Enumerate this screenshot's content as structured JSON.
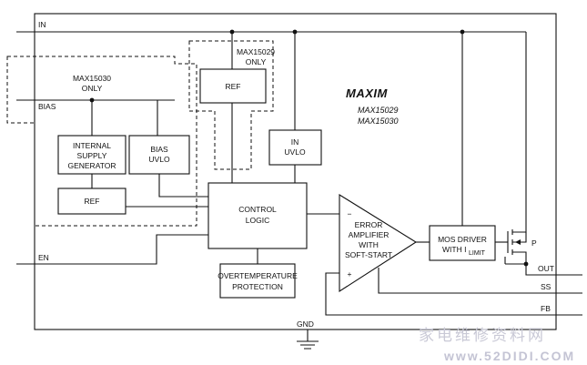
{
  "pins": {
    "in": "IN",
    "bias": "BIAS",
    "en": "EN",
    "out": "OUT",
    "ss": "SS",
    "fb": "FB",
    "gnd": "GND"
  },
  "regions": {
    "max15030_only": [
      "MAX15030",
      "ONLY"
    ],
    "max15029_only": [
      "MAX15029",
      "ONLY"
    ]
  },
  "blocks": {
    "internal_supply": [
      "INTERNAL",
      "SUPPLY",
      "GENERATOR"
    ],
    "bias_uvlo": [
      "BIAS",
      "UVLO"
    ],
    "ref_left": [
      "REF"
    ],
    "ref_top": [
      "REF"
    ],
    "in_uvlo": [
      "IN",
      "UVLO"
    ],
    "control_logic": [
      "CONTROL",
      "LOGIC"
    ],
    "overtemp": [
      "OVERTEMPERATURE",
      "PROTECTION"
    ],
    "error_amp": [
      "ERROR",
      "AMPLIFIER",
      "WITH",
      "SOFT-START"
    ],
    "mos_driver": [
      "MOS DRIVER",
      "WITH I",
      "LIMIT"
    ]
  },
  "amp_inputs": {
    "minus": "−",
    "plus": "+"
  },
  "transistor_label": "P",
  "brand": {
    "logo": "MAXIM",
    "parts": [
      "MAX15029",
      "MAX15030"
    ]
  },
  "watermark": {
    "line1": "家电维修资料网",
    "line2": "www.52DIDI.COM"
  }
}
